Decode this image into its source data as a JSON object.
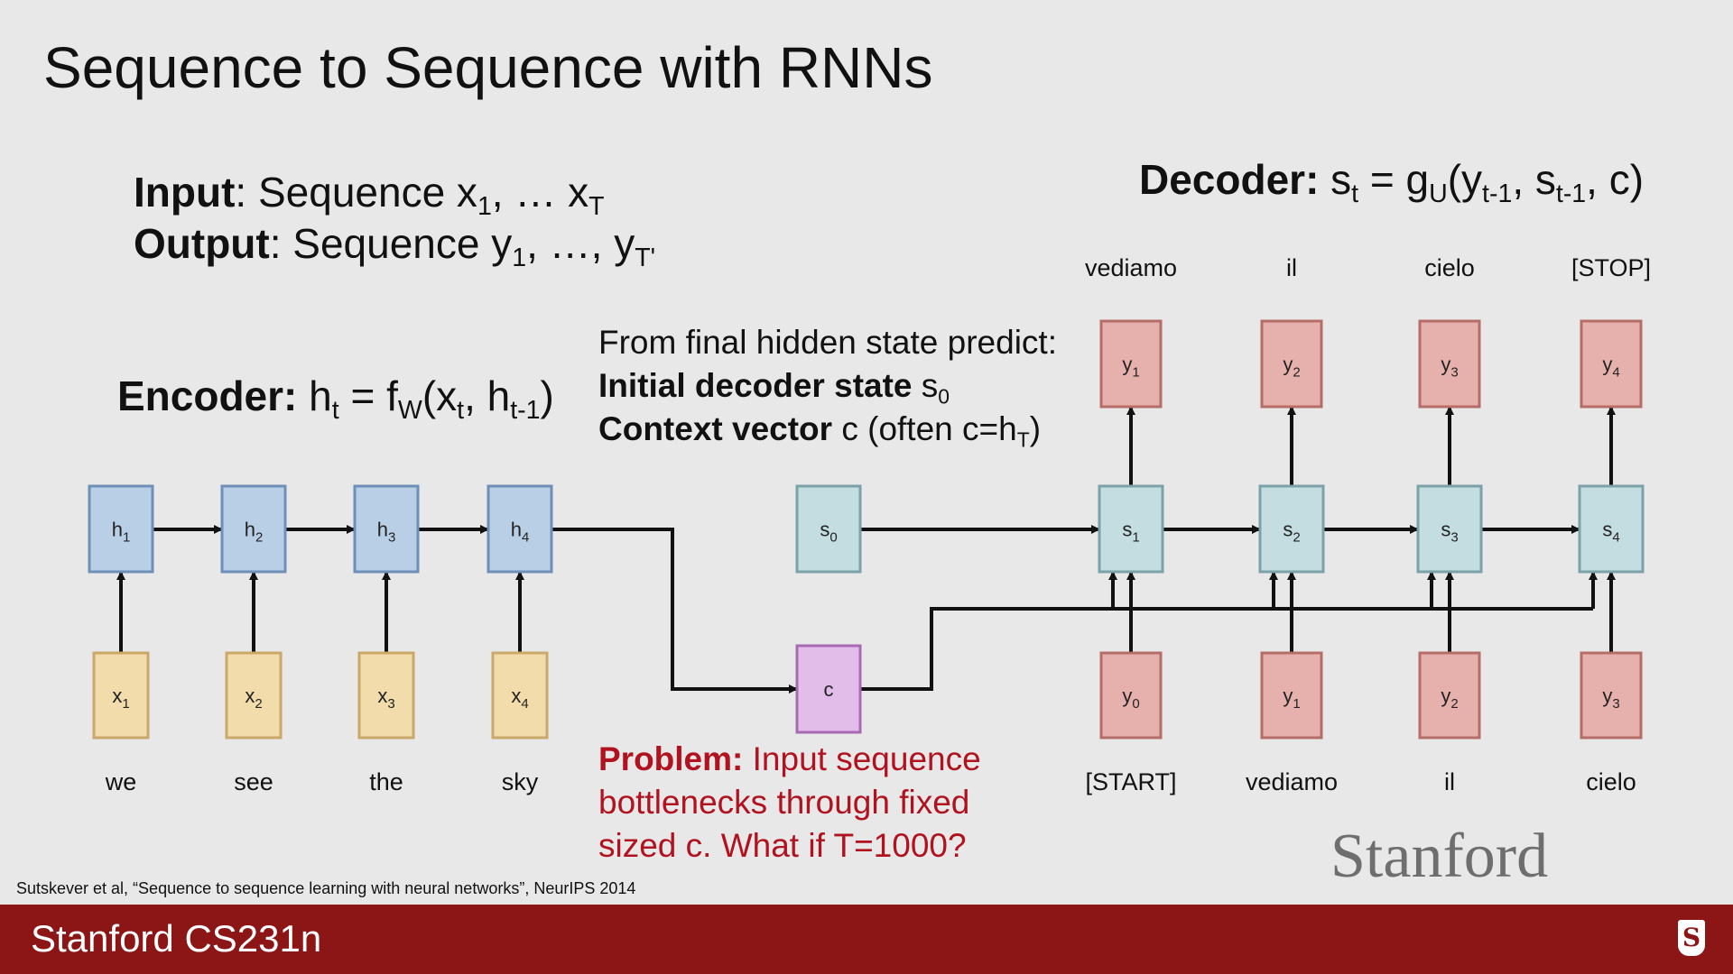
{
  "title": "Sequence to Sequence with RNNs",
  "io": {
    "input_label": "Input",
    "input_text": ": Sequence x",
    "input_sub1": "1",
    "input_mid": ", … x",
    "input_subT": "T",
    "output_label": "Output",
    "output_text": ": Sequence y",
    "output_sub1": "1",
    "output_mid": ", …, y",
    "output_subT": "T'"
  },
  "encoder": {
    "label": "Encoder:",
    "eq_h": " h",
    "sub_t": "t",
    "eq_mid": " = f",
    "sub_W": "W",
    "eq_args": "(x",
    "sub_t2": "t",
    "eq_comma": ", h",
    "sub_tm1": "t-1",
    "eq_close": ")"
  },
  "decoder": {
    "label": "Decoder:",
    "eq_s": " s",
    "sub_t": "t",
    "eq_mid": " = g",
    "sub_U": "U",
    "eq_args": "(y",
    "sub_tm1": "t-1",
    "eq_comma": ", s",
    "sub_tm1b": "t-1",
    "eq_close": ", c)"
  },
  "from_final": {
    "line1": "From final hidden state predict:",
    "line2_bold": "Initial decoder state",
    "line2_rest": " s",
    "line2_sub": "0",
    "line3_bold": "Context vector",
    "line3_rest": " c (often c=h",
    "line3_sub": "T",
    "line3_close": ")"
  },
  "problem": {
    "label": "Problem:",
    "text": " Input sequence bottlenecks through fixed sized c. What if T=1000?"
  },
  "citation": "Sutskever et al, “Sequence to sequence learning with neural networks”, NeurIPS 2014",
  "wordmark": "Stanford",
  "footer": {
    "text": "Stanford CS231n",
    "logo_letter": "S"
  },
  "colors": {
    "hidden_fill": "#b8cfe6",
    "hidden_stroke": "#6e8fb8",
    "input_fill": "#f2dcab",
    "input_stroke": "#c9a86a",
    "output_fill": "#e6b1ad",
    "output_stroke": "#b56d68",
    "decoder_fill": "#c3dde0",
    "decoder_stroke": "#7aa2a8",
    "context_fill": "#e2bde9",
    "context_stroke": "#a86bb3",
    "footer": "#8c1515",
    "problem": "#b0131f"
  },
  "diagram": {
    "encoder_words": [
      "we",
      "see",
      "the",
      "sky"
    ],
    "encoder_inputs": [
      {
        "base": "x",
        "sub": "1"
      },
      {
        "base": "x",
        "sub": "2"
      },
      {
        "base": "x",
        "sub": "3"
      },
      {
        "base": "x",
        "sub": "4"
      }
    ],
    "encoder_hidden": [
      {
        "base": "h",
        "sub": "1"
      },
      {
        "base": "h",
        "sub": "2"
      },
      {
        "base": "h",
        "sub": "3"
      },
      {
        "base": "h",
        "sub": "4"
      }
    ],
    "s0": {
      "base": "s",
      "sub": "0"
    },
    "context": {
      "base": "c",
      "sub": ""
    },
    "decoder_states": [
      {
        "base": "s",
        "sub": "1"
      },
      {
        "base": "s",
        "sub": "2"
      },
      {
        "base": "s",
        "sub": "3"
      },
      {
        "base": "s",
        "sub": "4"
      }
    ],
    "decoder_inputs": [
      {
        "base": "y",
        "sub": "0"
      },
      {
        "base": "y",
        "sub": "1"
      },
      {
        "base": "y",
        "sub": "2"
      },
      {
        "base": "y",
        "sub": "3"
      }
    ],
    "decoder_outputs": [
      {
        "base": "y",
        "sub": "1"
      },
      {
        "base": "y",
        "sub": "2"
      },
      {
        "base": "y",
        "sub": "3"
      },
      {
        "base": "y",
        "sub": "4"
      }
    ],
    "decoder_input_words": [
      "[START]",
      "vediamo",
      "il",
      "cielo"
    ],
    "decoder_output_words": [
      "vediamo",
      "il",
      "cielo",
      "[STOP]"
    ]
  }
}
